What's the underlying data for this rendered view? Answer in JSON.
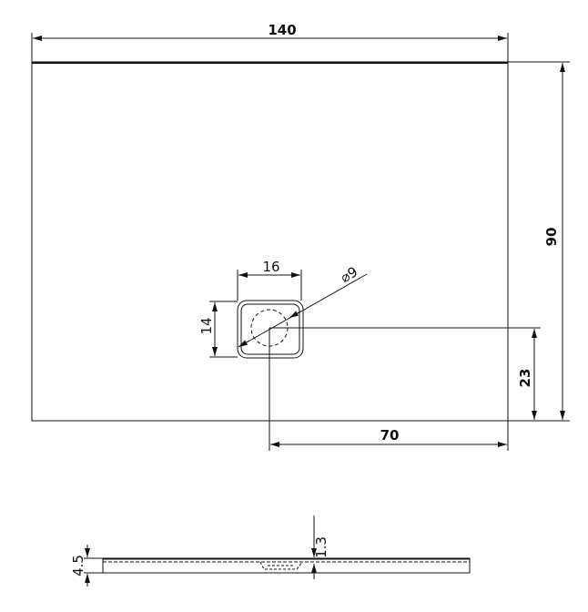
{
  "top_view": {
    "width_label": "140",
    "height_label": "90",
    "drain_offset_y_label": "23",
    "drain_offset_x_label": "70",
    "drain_width_label": "16",
    "drain_height_label": "14",
    "drain_diameter_label": "⌀9"
  },
  "side_view": {
    "thickness_label": "4.5",
    "depth_label": "1.3"
  }
}
